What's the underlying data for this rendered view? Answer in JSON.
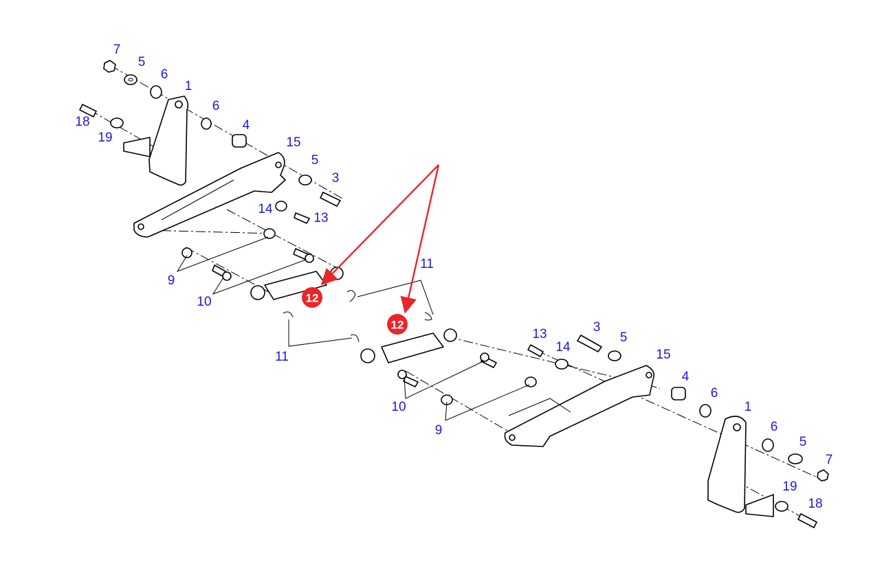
{
  "diagram": {
    "labels": [
      "7",
      "5",
      "6",
      "1",
      "6",
      "4",
      "18",
      "19",
      "15",
      "5",
      "3",
      "14",
      "13",
      "9",
      "10",
      "11",
      "11",
      "13",
      "3",
      "14",
      "5",
      "15",
      "4",
      "6",
      "1",
      "6",
      "5",
      "7",
      "19",
      "18",
      "10",
      "9"
    ],
    "callouts": [
      "12",
      "12"
    ],
    "colors": {
      "label": "#1a1ad6",
      "callout": "#e8262a",
      "line": "#000000"
    }
  }
}
